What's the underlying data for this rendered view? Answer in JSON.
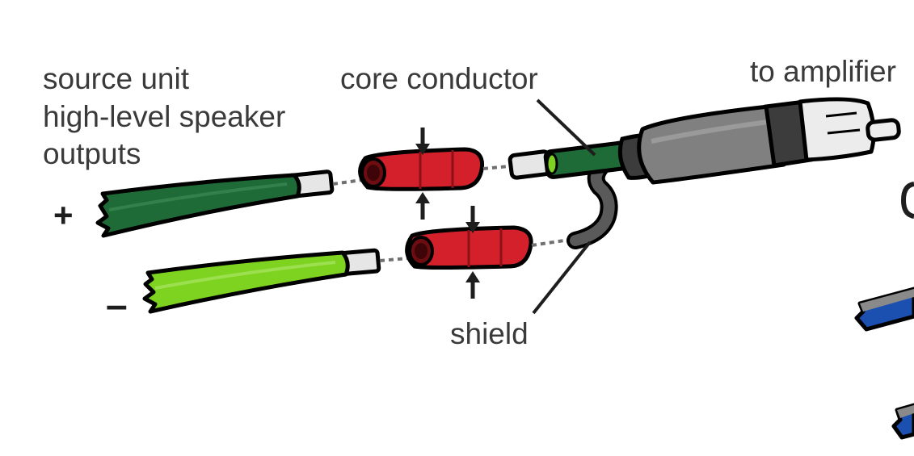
{
  "labels": {
    "source_unit": [
      "source unit",
      "high-level speaker",
      "outputs"
    ],
    "core_conductor": "core conductor",
    "to_amplifier": "to amplifier",
    "shield": "shield"
  },
  "signs": {
    "plus": "+",
    "minus": "–"
  },
  "colors": {
    "positive_wire": "#1f6b37",
    "negative_wire": "#7ed321",
    "butt_connector": "#d4202a",
    "butt_connector_dark": "#8f1118",
    "rca_body": "#808080",
    "rca_dark_band": "#3c3c3c",
    "rca_plug": "#ececec",
    "shield_braid": "#5a5a5a",
    "strip": "#e6e6e6",
    "partial_cable_blue": "#1b4fb0",
    "outline": "#000000"
  }
}
